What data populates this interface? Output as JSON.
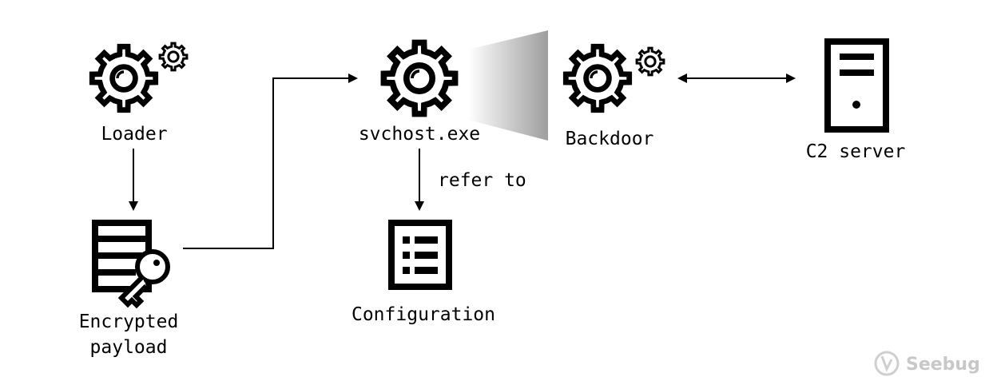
{
  "nodes": {
    "loader": {
      "label": "Loader"
    },
    "payload": {
      "line1": "Encrypted",
      "line2": "payload"
    },
    "svchost": {
      "label": "svchost.exe"
    },
    "config": {
      "label": "Configuration"
    },
    "backdoor": {
      "label": "Backdoor"
    },
    "c2": {
      "label": "C2 server"
    }
  },
  "edges": {
    "svchost_to_config": {
      "label": "refer to"
    }
  },
  "watermark": {
    "text": "Seebug"
  },
  "colors": {
    "ink": "#000000",
    "beam_dark": "#9e9e9e",
    "beam_light": "#ffffff",
    "watermark": "#c8c8c8"
  }
}
